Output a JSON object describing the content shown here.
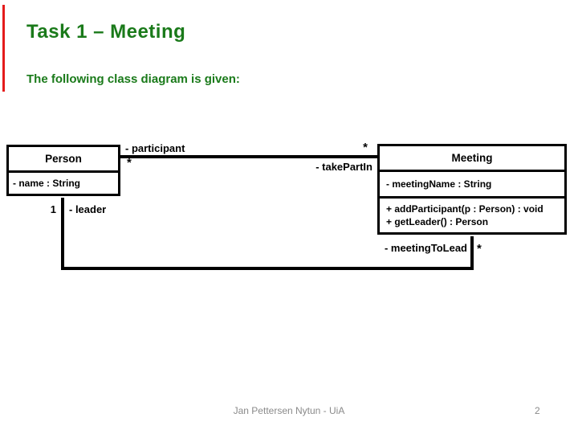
{
  "title": "Task 1 – Meeting",
  "subtitle": "The following class diagram is given:",
  "colors": {
    "title_green": "#1a7a1a",
    "accent_red": "#e41b1b",
    "diagram_black": "#000000",
    "footer_gray": "#8a8a8a"
  },
  "uml": {
    "person": {
      "name": "Person",
      "attributes": [
        "- name : String"
      ]
    },
    "meeting": {
      "name": "Meeting",
      "attributes": [
        "- meetingName : String"
      ],
      "operations": [
        "+ addParticipant(p : Person) : void",
        "+ getLeader() : Person"
      ]
    },
    "participant_assoc": {
      "person_role": "- participant",
      "person_mult": "*",
      "meeting_mult": "*",
      "meeting_role": "- takePartIn"
    },
    "leader_assoc": {
      "person_mult": "1",
      "person_role": "- leader",
      "meeting_role": "- meetingToLead",
      "meeting_mult": "*"
    }
  },
  "footer": {
    "author": "Jan Pettersen Nytun - UiA",
    "page_number": "2"
  }
}
